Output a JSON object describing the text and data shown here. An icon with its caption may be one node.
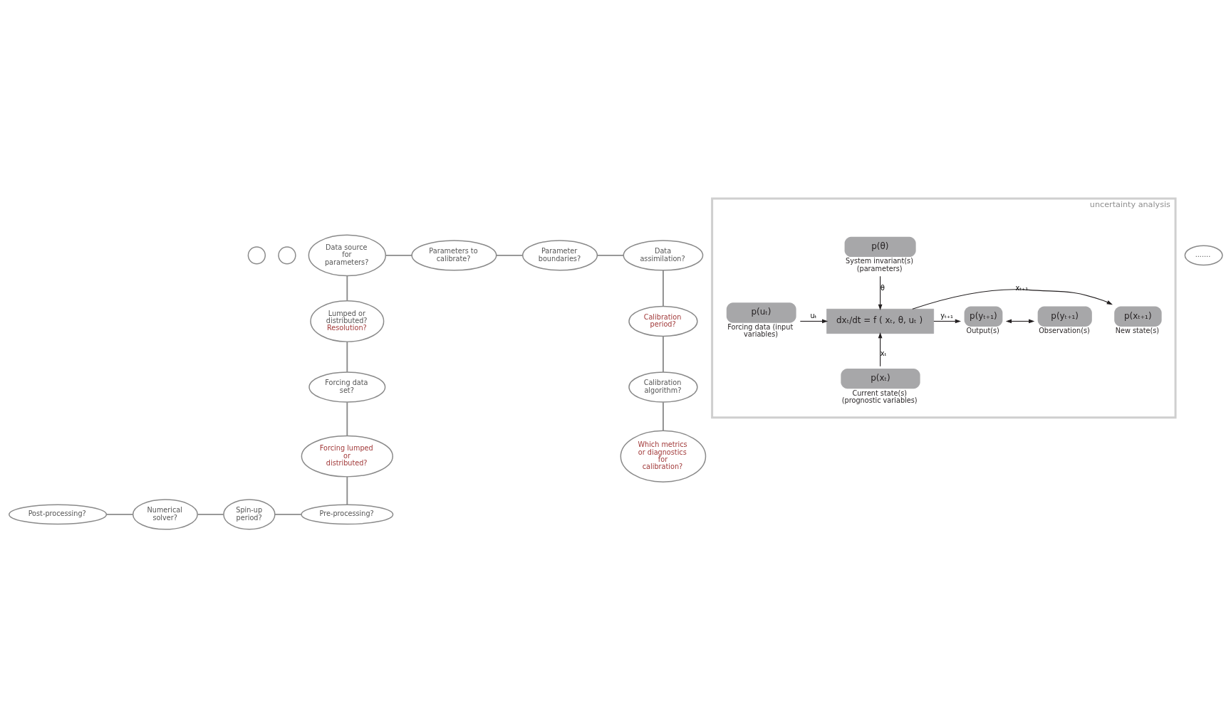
{
  "diagram": {
    "nodes": [
      {
        "text": [
          "uncertainty analysis"
        ]
      },
      {
        "text": [
          "p(θ)"
        ],
        "beside": [
          "System invariant(s) (parameters)"
        ],
        "in": 0
      },
      {
        "text": [
          "p(uₜ)"
        ],
        "beside": [
          "Forcing data (input variables)"
        ],
        "in": 0
      },
      {
        "text": [
          "dxₜ/dt = f ( xₜ, θ, uₜ )"
        ],
        "in": 0
      },
      {
        "text": [
          "p(xₜ₊₁)"
        ],
        "beside": [
          "New state(s)"
        ],
        "in": 0
      },
      {
        "text": [
          "p(yₜ₊₁)"
        ],
        "beside": [
          "Output(s)"
        ],
        "in": 0
      },
      {
        "text": [
          "p(yₜ₊₁)"
        ],
        "beside": [
          "Observation(s)"
        ],
        "in": 0
      },
      {
        "text": [
          "p(xₜ)"
        ],
        "beside": [
          "Current state(s) (prognostic variables)"
        ],
        "in": 0
      },
      {
        "text": [],
        "shape": "circle"
      },
      {
        "text": [],
        "shape": "circle"
      },
      {
        "text": [
          "Data source for parameters?"
        ]
      },
      {
        "text": [
          "Parameters to calibrate?"
        ]
      },
      {
        "text": [
          "Parameter boundaries?"
        ]
      },
      {
        "text": [
          "......."
        ]
      },
      {
        "text": [
          "Data assimilation?"
        ]
      },
      {
        "text": [
          "Lumped or distributed?",
          "Resolution?"
        ]
      },
      {
        "text": [
          "Calibration period?"
        ]
      },
      {
        "text": [
          "Forcing data set?"
        ]
      },
      {
        "text": [
          "Calibration algorithm?"
        ]
      },
      {
        "text": [
          "Forcing lumped or distributed?"
        ]
      },
      {
        "text": [
          "Which metrics or diagnostics for calibration?"
        ]
      },
      {
        "text": [
          "Pre-processing?"
        ]
      },
      {
        "text": [
          "Post-processing?"
        ]
      },
      {
        "text": [
          "Spin-up period?"
        ]
      },
      {
        "text": [
          "Numerical solver?"
        ]
      }
    ],
    "edges": [
      {
        "from": 1,
        "to": 3,
        "arrow": "to",
        "label": "θ",
        "color": "#231f20"
      },
      {
        "from": 2,
        "to": 3,
        "arrow": "to",
        "label": "uₜ",
        "color": "#231f20"
      },
      {
        "from": 7,
        "to": 3,
        "arrow": "to",
        "label": "xₜ",
        "color": "#231f20"
      },
      {
        "from": 3,
        "to": 4,
        "arrow": "to",
        "label": "xₜ₊₁",
        "color": "#231f20"
      },
      {
        "from": 3,
        "to": 5,
        "arrow": "to",
        "label": "yₜ₊₁",
        "color": "#231f20"
      },
      {
        "from": 5,
        "to": 6,
        "arrow": "both",
        "color": "#231f20"
      },
      {
        "from": 10,
        "to": 11,
        "arrow": "none"
      },
      {
        "from": 11,
        "to": 12,
        "arrow": "none"
      },
      {
        "from": 12,
        "to": 14,
        "arrow": "none"
      },
      {
        "from": 14,
        "to": 16,
        "arrow": "none"
      },
      {
        "from": 16,
        "to": 18,
        "arrow": "none"
      },
      {
        "from": 18,
        "to": 20,
        "arrow": "none"
      },
      {
        "from": 22,
        "to": 24,
        "arrow": "none"
      },
      {
        "from": 24,
        "to": 23,
        "arrow": "none"
      },
      {
        "from": 23,
        "to": 21,
        "arrow": "none"
      },
      {
        "from": 21,
        "to": 19,
        "arrow": "none"
      },
      {
        "from": 19,
        "to": 17,
        "arrow": "none"
      },
      {
        "from": 17,
        "to": 15,
        "arrow": "none"
      },
      {
        "from": 15,
        "to": 10,
        "arrow": "none"
      }
    ]
  }
}
